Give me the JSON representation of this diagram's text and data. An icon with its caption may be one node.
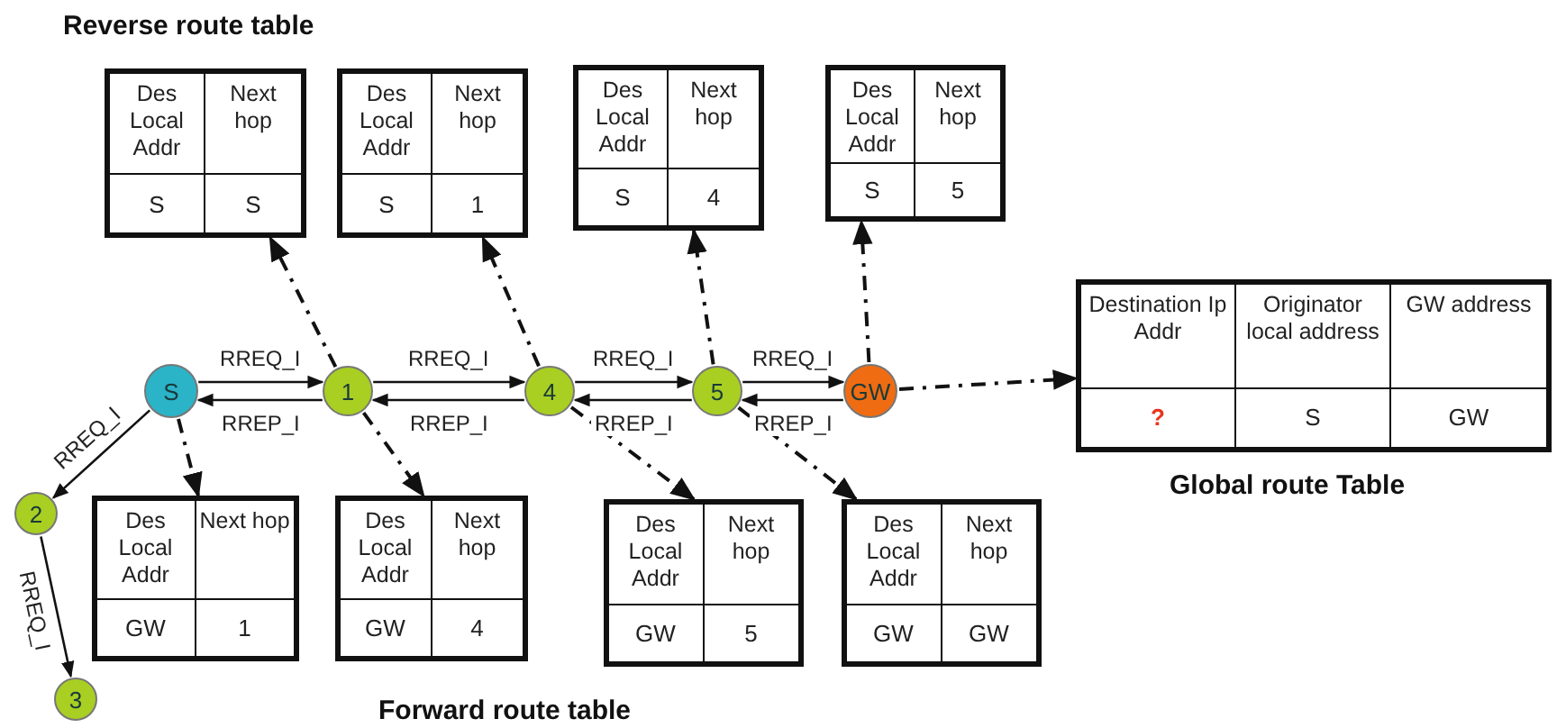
{
  "diagram": {
    "nodes": [
      {
        "text": [
          "Des Local Addr",
          "Next hop",
          "S",
          "S"
        ]
      },
      {
        "text": [
          "Des Local Addr",
          "Next hop",
          "S",
          "1"
        ]
      },
      {
        "text": [
          "Des Local Addr",
          "Next hop",
          "S",
          "4"
        ]
      },
      {
        "text": [
          "Des Local Addr",
          "Next hop",
          "S",
          "5"
        ]
      },
      {
        "text": [
          "S"
        ]
      },
      {
        "text": [
          "1"
        ]
      },
      {
        "text": [
          "4"
        ]
      },
      {
        "text": [
          "5"
        ]
      },
      {
        "text": [
          "GW"
        ]
      },
      {
        "text": [
          "Destination Ip Addr",
          "Originator local address",
          "GW address",
          "?",
          "S",
          "GW"
        ],
        "beside": [
          "Global route Table"
        ]
      },
      {
        "text": [
          "2"
        ]
      },
      {
        "text": [
          "Des Local Addr",
          "Next hop",
          "GW",
          "1"
        ]
      },
      {
        "text": [
          "Des Local Addr",
          "Next hop",
          "GW",
          "4"
        ]
      },
      {
        "text": [
          "Des Local Addr",
          "Next hop",
          "GW",
          "5"
        ]
      },
      {
        "text": [
          "Des Local Addr",
          "Next hop",
          "GW",
          "GW"
        ]
      },
      {
        "text": [
          "3"
        ]
      }
    ],
    "edges": [
      {
        "from": 4,
        "to": 5,
        "arrow": "to",
        "label": "RREQ_I"
      },
      {
        "from": 5,
        "to": 6,
        "arrow": "to",
        "label": "RREQ_I"
      },
      {
        "from": 6,
        "to": 7,
        "arrow": "to",
        "label": "RREQ_I"
      },
      {
        "from": 7,
        "to": 8,
        "arrow": "to",
        "label": "RREQ_I"
      },
      {
        "from": 8,
        "to": 7,
        "arrow": "to",
        "label": "RREP_I"
      },
      {
        "from": 7,
        "to": 6,
        "arrow": "to",
        "label": "RREP_I"
      },
      {
        "from": 6,
        "to": 5,
        "arrow": "to",
        "label": "RREP_I"
      },
      {
        "from": 5,
        "to": 4,
        "arrow": "to",
        "label": "RREP_I"
      },
      {
        "from": 4,
        "to": 10,
        "arrow": "to",
        "label": "RREQ_I"
      },
      {
        "from": 10,
        "to": 15,
        "arrow": "to",
        "label": "RREQ_I"
      },
      {
        "from": 5,
        "to": 0,
        "arrow": "to",
        "style": "dashed"
      },
      {
        "from": 6,
        "to": 1,
        "arrow": "to",
        "style": "dashed"
      },
      {
        "from": 7,
        "to": 2,
        "arrow": "to",
        "style": "dashed"
      },
      {
        "from": 8,
        "to": 3,
        "arrow": "to",
        "style": "dashed"
      },
      {
        "from": 4,
        "to": 11,
        "arrow": "to",
        "style": "dashed"
      },
      {
        "from": 5,
        "to": 12,
        "arrow": "to",
        "style": "dashed"
      },
      {
        "from": 6,
        "to": 13,
        "arrow": "to",
        "style": "dashed"
      },
      {
        "from": 7,
        "to": 14,
        "arrow": "to",
        "style": "dashed"
      },
      {
        "from": 8,
        "to": 9,
        "arrow": "to",
        "style": "dashed"
      }
    ],
    "labels": [
      "Reverse route table",
      "Forward route table"
    ]
  }
}
